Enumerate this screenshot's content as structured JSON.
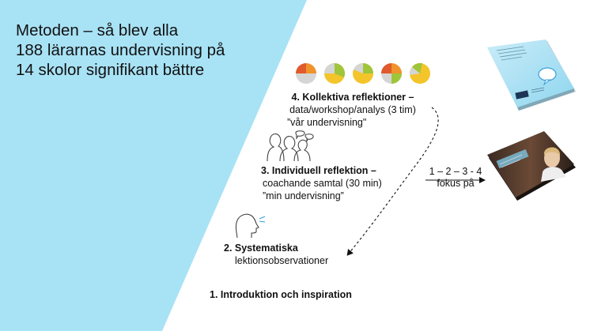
{
  "slide": {
    "title_lines": [
      "Metoden – så blev alla",
      "188 lärarnas undervisning på",
      "14 skolor signifikant bättre"
    ],
    "steps": {
      "step4": {
        "heading": "4. Kollektiva reflektioner –",
        "line2": "data/workshop/analys (3 tim)",
        "line3": "”vår undervisning\""
      },
      "step3": {
        "heading": "3. Individuell reflektion –",
        "line2": "coachande samtal (30 min)",
        "line3": "”min undervisning”"
      },
      "step2": {
        "heading": "2. Systematiska",
        "line2": "lektionsobservationer"
      },
      "step1": {
        "heading": "1. Introduktion och inspiration"
      }
    },
    "focus": {
      "numbers": "1 – 2 – 3 - 4",
      "label": "fokus på"
    },
    "colors": {
      "background_triangle": "#a8e2f5",
      "pie_gray": "#d5d5d5",
      "pie_yellow": "#f3c52b",
      "pie_green": "#9fc53a",
      "pie_red": "#e05a2b",
      "pie_orange": "#f0932b"
    },
    "icons": {
      "pies": "pie-chart-icon",
      "group": "group-speech-icon",
      "observer": "observer-head-icon",
      "book1": "report-book-icon",
      "book2": "photo-book-icon"
    }
  }
}
